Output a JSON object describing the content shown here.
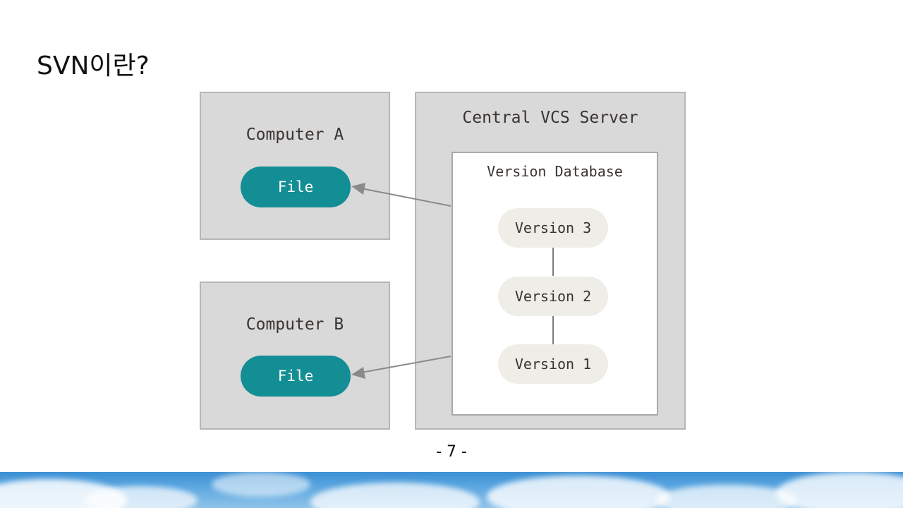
{
  "slide": {
    "title": "SVN이란?",
    "page_number": "- 7 -"
  },
  "diagram": {
    "computer_a": {
      "label": "Computer A",
      "file_label": "File"
    },
    "computer_b": {
      "label": "Computer B",
      "file_label": "File"
    },
    "server": {
      "label": "Central VCS Server",
      "database": {
        "label": "Version Database",
        "versions": [
          "Version 3",
          "Version 2",
          "Version 1"
        ]
      }
    }
  },
  "colors": {
    "box_fill": "#d9d9d9",
    "file_pill": "#138e95",
    "version_pill": "#efede7",
    "arrow": "#8a8a8a"
  }
}
